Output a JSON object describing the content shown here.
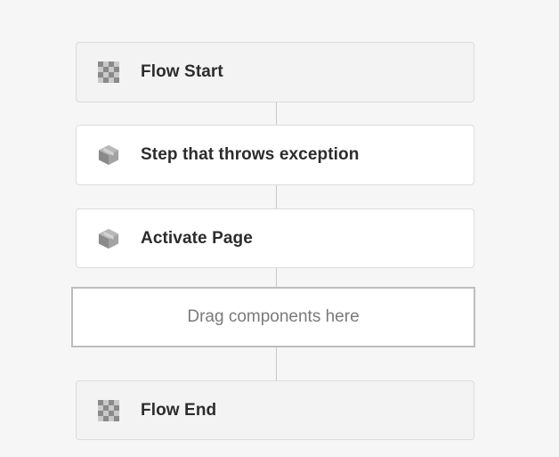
{
  "workflow": {
    "steps": [
      {
        "label": "Flow Start",
        "icon": "checker-icon",
        "kind": "terminal"
      },
      {
        "label": "Step that throws exception",
        "icon": "cube-icon",
        "kind": "step"
      },
      {
        "label": "Activate Page",
        "icon": "cube-icon",
        "kind": "step"
      },
      {
        "label": "Flow End",
        "icon": "checker-icon",
        "kind": "terminal"
      }
    ],
    "dropzone": {
      "label": "Drag components here"
    }
  },
  "colors": {
    "background": "#f6f6f6",
    "terminal_fill": "#f3f3f3",
    "step_fill": "#ffffff",
    "text": "#2c2c2c",
    "icon": "#8a8a8a",
    "connector": "#c8c8c8"
  }
}
